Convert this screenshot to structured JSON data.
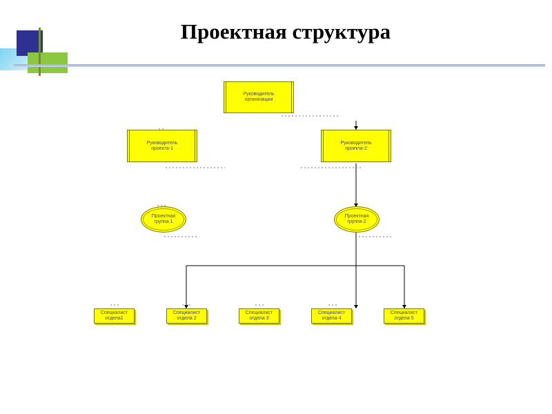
{
  "slide": {
    "title": "Проектная структура"
  },
  "diagram": {
    "nodes": [
      {
        "id": "ceo",
        "line1": "Руководитель",
        "line2": "организации"
      },
      {
        "id": "pm1",
        "line1": "Руководитель",
        "line2": "проекта-1"
      },
      {
        "id": "pm2",
        "line1": "Руководитель",
        "line2": "проекта-2"
      },
      {
        "id": "pg1",
        "line1": "Проектная",
        "line2": "группа 1"
      },
      {
        "id": "pg2",
        "line1": "Проектная",
        "line2": "группа 2"
      },
      {
        "id": "sp1",
        "line1": "Специалист",
        "line2": "отдела1"
      },
      {
        "id": "sp2",
        "line1": "Специалист",
        "line2": "отдела 2"
      },
      {
        "id": "sp3",
        "line1": "Специалист",
        "line2": "отдела 3"
      },
      {
        "id": "sp4",
        "line1": "Специалист",
        "line2": "отдела 4"
      },
      {
        "id": "sp5",
        "line1": "Специалист",
        "line2": "отдела 5"
      }
    ]
  },
  "colors": {
    "node_fill": "#ffff00",
    "deco_navy": "#2e3192",
    "deco_green": "#8dc63f",
    "deco_cyan": "#7fd3f0"
  }
}
